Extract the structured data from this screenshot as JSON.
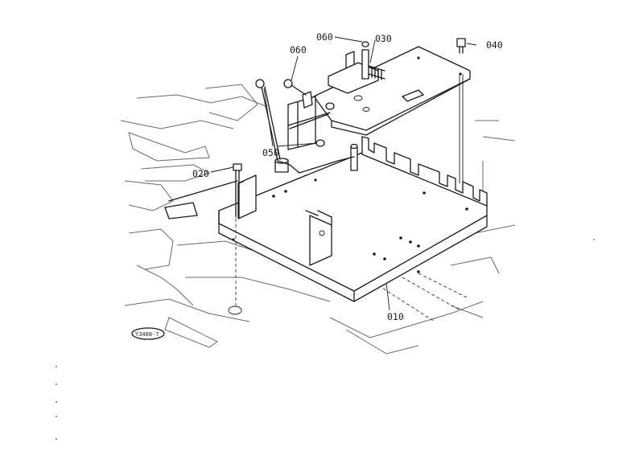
{
  "parts": [
    {
      "id": "p010",
      "label": "010"
    },
    {
      "id": "p020",
      "label": "020"
    },
    {
      "id": "p030",
      "label": "030"
    },
    {
      "id": "p040",
      "label": "040"
    },
    {
      "id": "p050",
      "label": "050"
    },
    {
      "id": "p060a",
      "label": "060"
    },
    {
      "id": "p060b",
      "label": "060"
    }
  ],
  "stamp": "Y3488-7",
  "colors": {
    "ink": "#1a1a1a",
    "background": "#ffffff"
  }
}
